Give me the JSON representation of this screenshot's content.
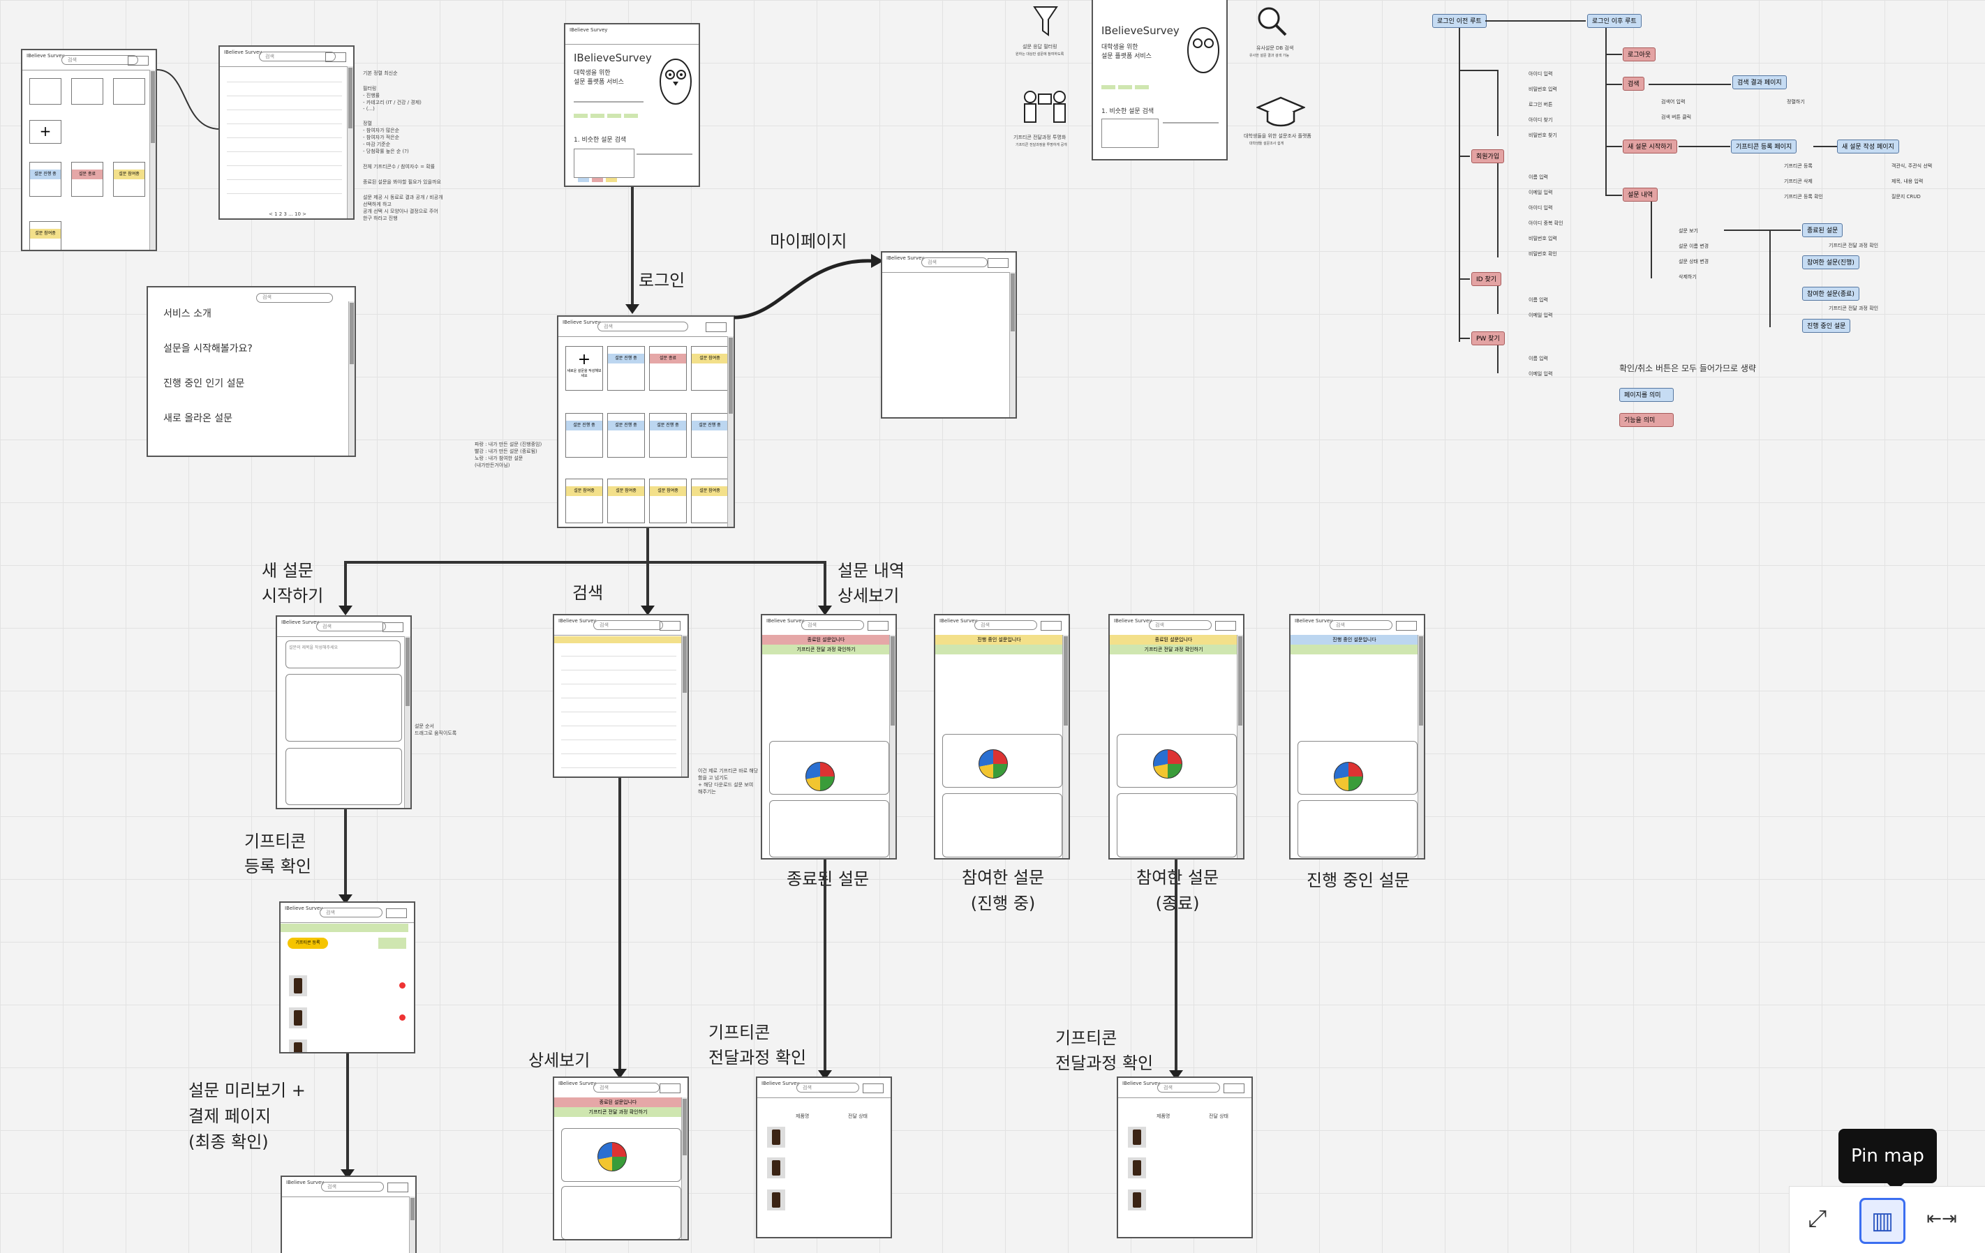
{
  "app": {
    "name": "IBelieveSurvey",
    "logo_text": "IBelieve Survey",
    "tagline1": "대학생을 위한",
    "tagline2": "설문 플랫폼 서비스",
    "section_similar": "1. 비슷한 설문 검색"
  },
  "labels": {
    "login": "로그인",
    "mypage": "마이페이지",
    "new_survey_1": "새 설문",
    "new_survey_2": "시작하기",
    "search": "검색",
    "history_1": "설문 내역",
    "history_2": "상세보기",
    "gift_confirm_1": "기프티콘",
    "gift_confirm_2": "등록 확인",
    "preview_1": "설문 미리보기 +",
    "preview_2": "결제 페이지",
    "preview_3": "(최종 확인)",
    "detail": "상세보기",
    "gift_delivery_1": "기프티콘",
    "gift_delivery_2": "전달과정 확인",
    "ended": "종료된 설문",
    "joined_ongoing_1": "참여한 설문",
    "joined_ongoing_2": "(진행 중)",
    "joined_ended_1": "참여한 설문",
    "joined_ended_2": "(종료)",
    "ongoing": "진행 중인 설문"
  },
  "intro_panel": [
    "서비스 소개",
    "설문을 시작해볼가요?",
    "진행 중인 인기 설문",
    "새로 올라온 설문"
  ],
  "notes": {
    "top_right_list": [
      "기본 정렬 최신순",
      "필터링",
      "- 진행률",
      "- 카테고리 (IT / 건강 / 경제)",
      "- (...)",
      "정렬",
      "- 참여자가 많은순",
      "- 참여자가 적은순",
      "- 마감 기준순",
      "- 당첨확률 높은 순 (?)",
      "전체 기프티콘수 / 참여자수 = 확률",
      "종료된 설문을 봐야할 필요가 있을까요",
      "설문 제공 시 동료로 결과 공개 / 비공개",
      "선택하게 하고",
      "공개 선택 시 모양이나 결정으로 주어",
      "한구 하라고 진행"
    ],
    "main_legend": [
      "파랑 : 내가 만든 설문 (진행중임)",
      "빨강 : 내가 만든 설문 (종료됨)",
      "노랑 : 내가 참여한 설문",
      "(내가만든거아님)"
    ],
    "new_survey_side": [
      "설문 순서",
      "드래그로 움직이도록"
    ],
    "search_side": [
      "이건 제로 기프티콘 바로 해당",
      "함을 고 넘기도",
      "+ 해당 다운로드 설문 보여",
      "해주기는"
    ],
    "confirm_cancel": "확인/취소 버튼은 모두 들어가므로 생략"
  },
  "tree": {
    "before_login": "로그인 이전 루트",
    "after_login": "로그인 이후 루트",
    "before_items": [
      "아이디 입력",
      "비밀번호 입력",
      "로그인 버튼",
      "아이디 찾기",
      "비밀번호 찾기"
    ],
    "signup": "회원가입",
    "signup_items": [
      "이름 입력",
      "이메일 입력",
      "아이디 입력",
      "아이디 중복 확인",
      "비밀번호 입력",
      "비밀번호 확인"
    ],
    "find_id": "ID 찾기",
    "find_id_items": [
      "이름 입력",
      "이메일 입력"
    ],
    "find_pw": "PW 찾기",
    "find_pw_items": [
      "이름 입력",
      "이메일 입력"
    ],
    "logout": "로그아웃",
    "search": "검색",
    "search_items": [
      "검색어 입력",
      "검색 버튼 클릭"
    ],
    "search_result": "검색 결과 페이지",
    "search_result_items": [
      "정렬하기"
    ],
    "new_survey": "새 설문 시작하기",
    "gift_register": "기프티콘 등록 페이지",
    "gift_items": [
      "기프티콘 등록",
      "기프티콘 삭제",
      "기프티콘 등록 확인"
    ],
    "new_survey_page": "새 설문 작성 페이지",
    "new_survey_items": [
      "객관식, 주관식 선택",
      "제목, 내용 입력",
      "질문지 CRUD"
    ],
    "history": "설문 내역",
    "history_items": [
      "설문 보기",
      "설문 이름 변경",
      "설문 상태 변경",
      "삭제하기"
    ],
    "ended": "종료된 설문",
    "ended_items": [
      "기프티콘 전달 과정 확인"
    ],
    "joined_ongoing": "참여한 설문(진행)",
    "joined_ended": "참여한 설문(종료)",
    "joined_ended_items": [
      "기프티콘 전달 과정 확인"
    ],
    "ongoing": "진행 중인 설문",
    "legend_page": "페이지를 의미",
    "legend_func": "기능을 의미"
  },
  "icons_top": {
    "filter": "설문 응답 필터링",
    "filter_sub": "원하는 대상만 설문에 참여하도록",
    "gift": "기프티콘 전달과정 투명화",
    "gift_sub": "기프티콘 전달과정을 투명하게 공개",
    "search": "유사설문 DB 검색",
    "search_sub": "유사한 설문 결과 검색 가능",
    "grad": "대학생들을 위한 설문조사 플랫폼",
    "grad_sub": "대학생들 설문조사 쉽게"
  },
  "ui": {
    "search_placeholder": "검색",
    "add_survey": "+",
    "add_text": "새로운 설문을 작성해보세요",
    "card_blue": "설문 진행 중",
    "card_red": "설문 종료",
    "card_yellow": "설문 참여중",
    "new_title_placeholder": "설문의 제목을 작성해주세요",
    "gift_btn": "기프티콘 등록",
    "pager": "< 1 2 3 ... 10 >",
    "banner_end": "종료된 설문입니다",
    "banner_end_sub": "기프티콘 전달 과정 확인하기",
    "banner_ongoing": "진행 중인 설문입니다",
    "col_name": "제품명",
    "col_status": "전달 상태"
  },
  "toolbar": {
    "tooltip": "Pin map",
    "fullscreen": "⤢",
    "map": "▥",
    "fit": "⇤⇥"
  },
  "colors": {
    "blue": "#bcd6f0",
    "red": "#e5a7a7",
    "yellow": "#f3e08a",
    "green": "#cfe6b0"
  }
}
